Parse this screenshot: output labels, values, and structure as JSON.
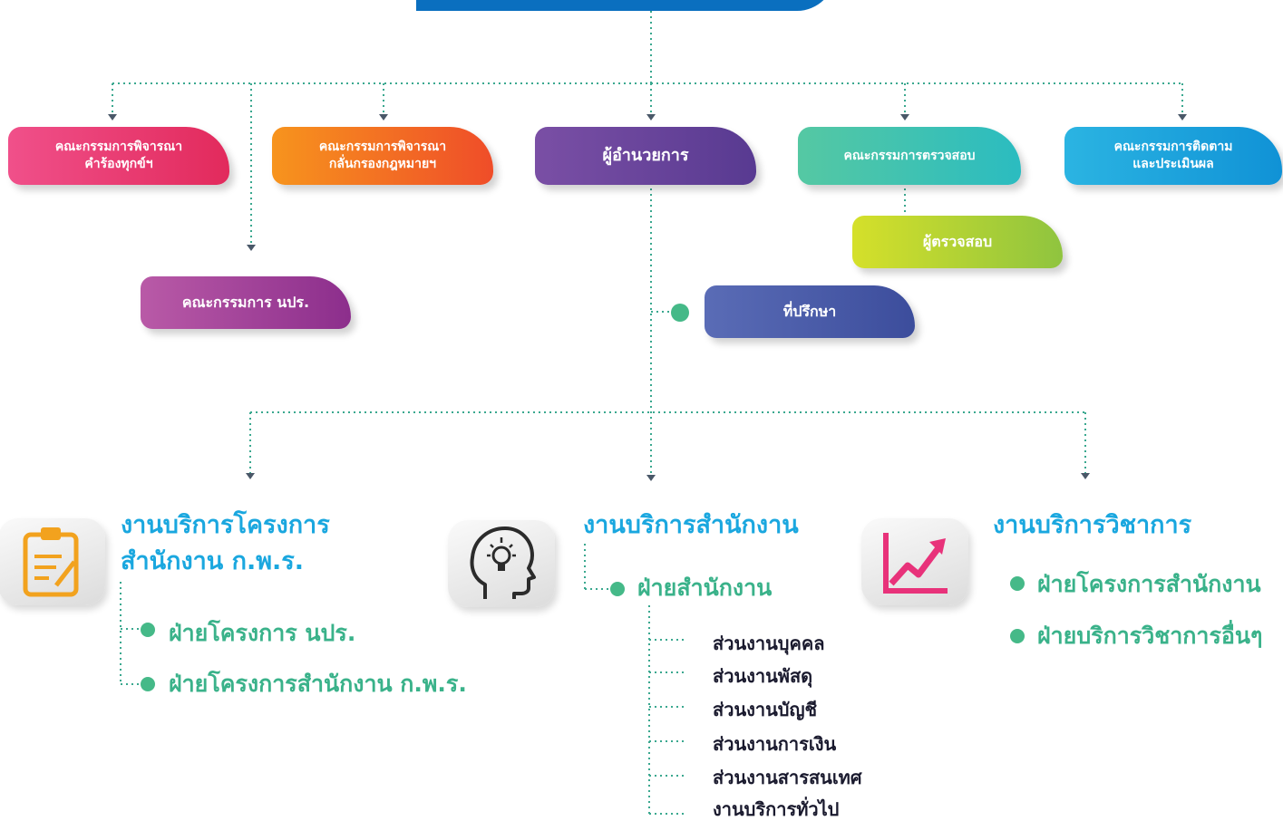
{
  "committees": {
    "petition": [
      "คณะกรรมการพิจารณา",
      "คำร้องทุกข์ฯ"
    ],
    "law": [
      "คณะกรรมการพิจารณา",
      "กลั่นกรองกฎหมายฯ"
    ],
    "director": "ผู้อำนวยการ",
    "audit": "คณะกรรมการตรวจสอบ",
    "monitor": [
      "คณะกรรมการติดตาม",
      "และประเมินผล"
    ],
    "npr": "คณะกรรมการ นปร.",
    "auditor": "ผู้ตรวจสอบ",
    "advisor": "ที่ปรึกษา"
  },
  "colors": {
    "top_bar": "#0a6fbf",
    "petition": "#e8326b",
    "law": "#f05a28",
    "director": "#6a3d98",
    "audit": "#3cc2ad",
    "monitor": "#1ba4de",
    "npr": "#a43b97",
    "auditor": "#a6cc2e",
    "advisor": "#4b57a8",
    "connector": "#3aa88f",
    "section_title": "#1aa7df",
    "sub_item": "#3ab28a"
  },
  "sections": {
    "projects": {
      "title_line1": "งานบริการโครงการ",
      "title_line2": "สำนักงาน ก.พ.ร.",
      "icon": "clipboard-icon",
      "items": [
        "ฝ่ายโครงการ นปร.",
        "ฝ่ายโครงการสำนักงาน ก.พ.ร."
      ]
    },
    "office": {
      "title": "งานบริการสำนักงาน",
      "icon": "head-lightbulb-icon",
      "items": [
        "ฝ่ายสำนักงาน"
      ],
      "units": [
        "ส่วนงานบุคคล",
        "ส่วนงานพัสดุ",
        "ส่วนงานบัญชี",
        "ส่วนงานการเงิน",
        "ส่วนงานสารสนเทศ",
        "งานบริการทั่วไป"
      ]
    },
    "academic": {
      "title": "งานบริการวิชาการ",
      "icon": "rising-chart-icon",
      "items": [
        "ฝ่ายโครงการสำนักงาน",
        "ฝ่ายบริการวิชาการอื่นๆ"
      ]
    }
  }
}
